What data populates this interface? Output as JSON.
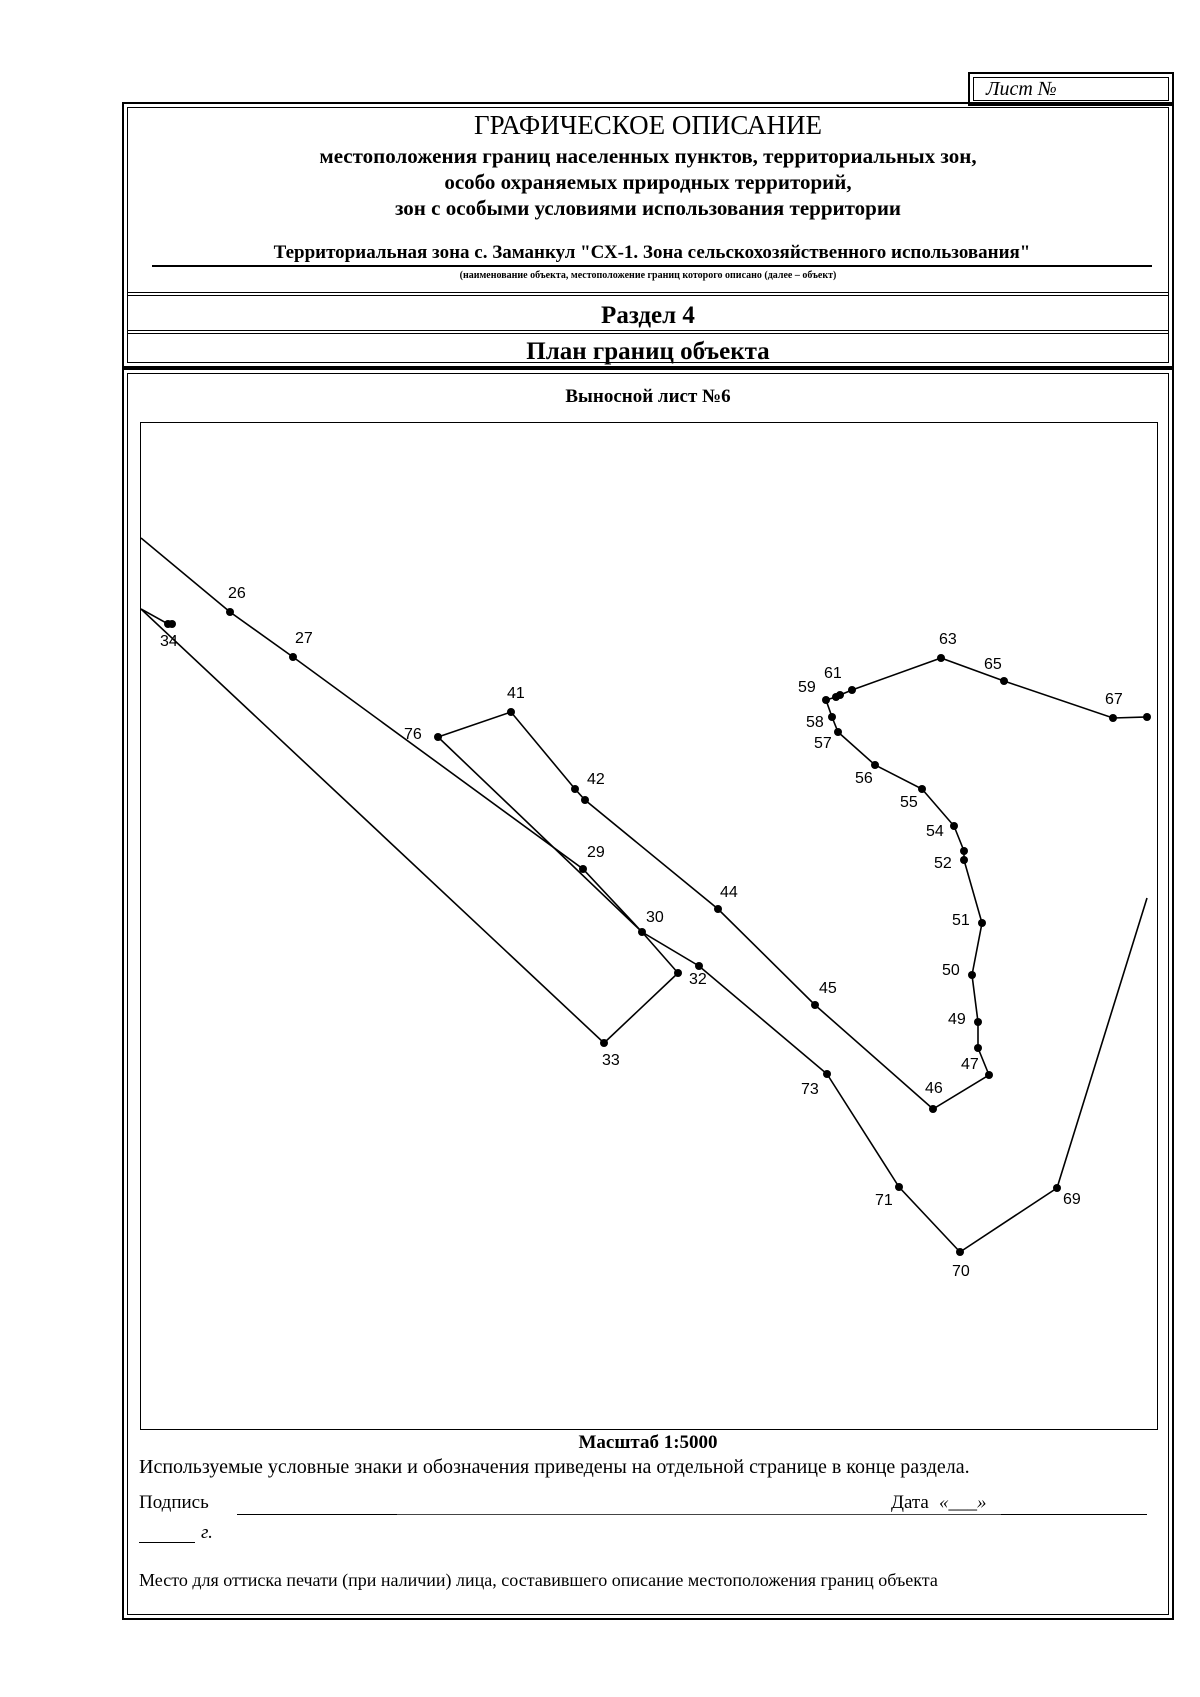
{
  "sheet_number_label": "Лист №",
  "header": {
    "title": "ГРАФИЧЕСКОЕ ОПИСАНИЕ",
    "subtitle_lines": [
      "местоположения границ населенных пунктов, территориальных зон,",
      "особо охраняемых природных территорий,",
      "зон с особыми условиями использования территории"
    ],
    "object_name": "Территориальная зона с. Заманкул \"СХ-1. Зона сельскохозяйственного использования\"",
    "object_hint": "(наименование объекта, местоположение границ которого описано (далее – объект)",
    "section": "Раздел 4",
    "plan_title": "План границ объекта"
  },
  "map": {
    "sheet_title": "Выносной лист №6",
    "points": [
      {
        "id": "26",
        "label": "26"
      },
      {
        "id": "27",
        "label": "27"
      },
      {
        "id": "34",
        "label": "34"
      },
      {
        "id": "41",
        "label": "41"
      },
      {
        "id": "76",
        "label": "76"
      },
      {
        "id": "42",
        "label": "42"
      },
      {
        "id": "29",
        "label": "29"
      },
      {
        "id": "44",
        "label": "44"
      },
      {
        "id": "30",
        "label": "30"
      },
      {
        "id": "32",
        "label": "32"
      },
      {
        "id": "33",
        "label": "33"
      },
      {
        "id": "45",
        "label": "45"
      },
      {
        "id": "73",
        "label": "73"
      },
      {
        "id": "46",
        "label": "46"
      },
      {
        "id": "47",
        "label": "47"
      },
      {
        "id": "49",
        "label": "49"
      },
      {
        "id": "50",
        "label": "50"
      },
      {
        "id": "51",
        "label": "51"
      },
      {
        "id": "52",
        "label": "52"
      },
      {
        "id": "54",
        "label": "54"
      },
      {
        "id": "55",
        "label": "55"
      },
      {
        "id": "56",
        "label": "56"
      },
      {
        "id": "57",
        "label": "57"
      },
      {
        "id": "58",
        "label": "58"
      },
      {
        "id": "59",
        "label": "59"
      },
      {
        "id": "61",
        "label": "61"
      },
      {
        "id": "63",
        "label": "63"
      },
      {
        "id": "65",
        "label": "65"
      },
      {
        "id": "67",
        "label": "67"
      },
      {
        "id": "69",
        "label": "69"
      },
      {
        "id": "70",
        "label": "70"
      },
      {
        "id": "71",
        "label": "71"
      }
    ]
  },
  "footer": {
    "scale": "Масштаб 1:5000",
    "legend_note": "Используемые условные знаки и обозначения приведены на отдельной странице в конце раздела.",
    "signature_label": "Подпись",
    "date_label": "Дата",
    "date_quotes": "«___»",
    "year_suffix": "г.",
    "stamp_note": "Место для оттиска печати (при наличии) лица, составившего описание местоположения границ объекта"
  }
}
